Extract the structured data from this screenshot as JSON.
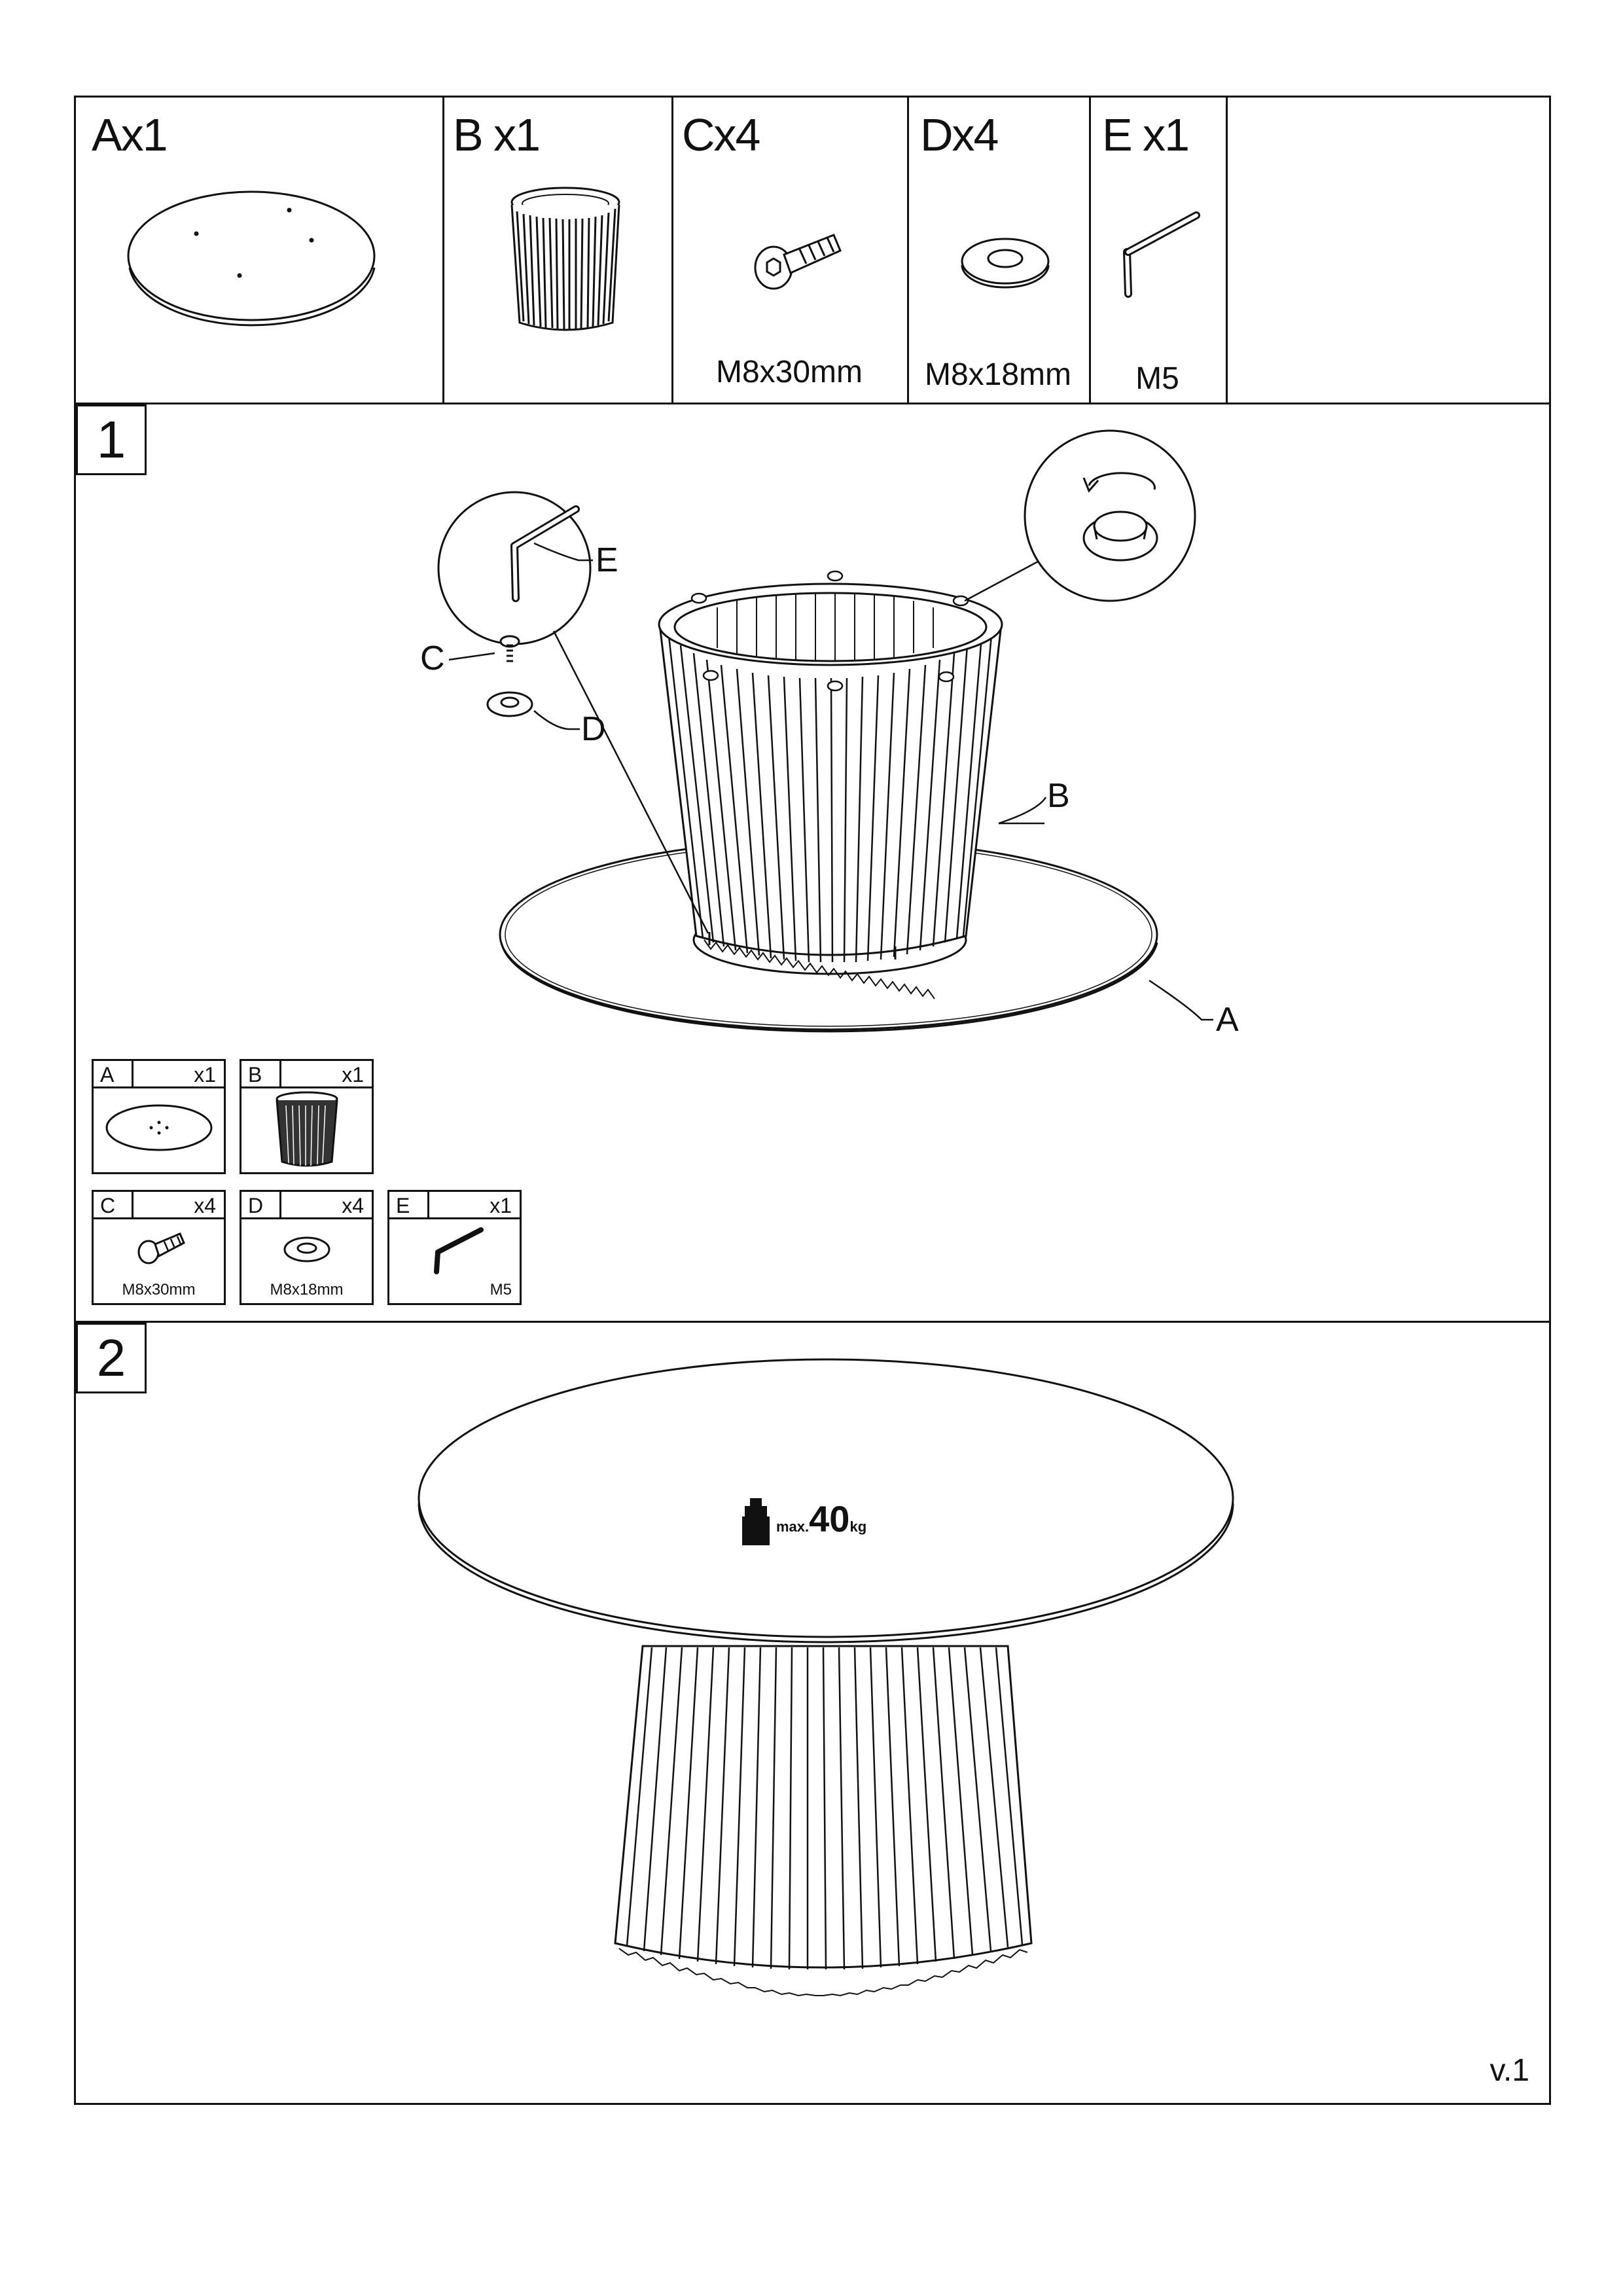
{
  "parts": [
    {
      "letter": "A",
      "qty": "x1",
      "label": "Ax1",
      "spec": ""
    },
    {
      "letter": "B",
      "qty": "x1",
      "label": "B x1",
      "spec": ""
    },
    {
      "letter": "C",
      "qty": "x4",
      "label": "Cx4",
      "spec": "M8x30mm"
    },
    {
      "letter": "D",
      "qty": "x4",
      "label": "Dx4",
      "spec": "M8x18mm"
    },
    {
      "letter": "E",
      "qty": "x1",
      "label": "E x1",
      "spec": "M5"
    }
  ],
  "step1": {
    "number": "1",
    "callouts": {
      "a": "A",
      "b": "B",
      "c": "C",
      "d": "D",
      "e": "E"
    }
  },
  "step2": {
    "number": "2",
    "load_prefix": "max.",
    "load_value": "40",
    "load_unit": "kg"
  },
  "version": "v.1",
  "icons": {
    "part_a": "round-tabletop-icon",
    "part_b": "pleated-base-icon",
    "part_c": "hex-bolt-icon",
    "part_d": "washer-icon",
    "part_e": "allen-key-icon",
    "weight": "weight-icon",
    "rotate": "rotate-arrow-icon"
  }
}
